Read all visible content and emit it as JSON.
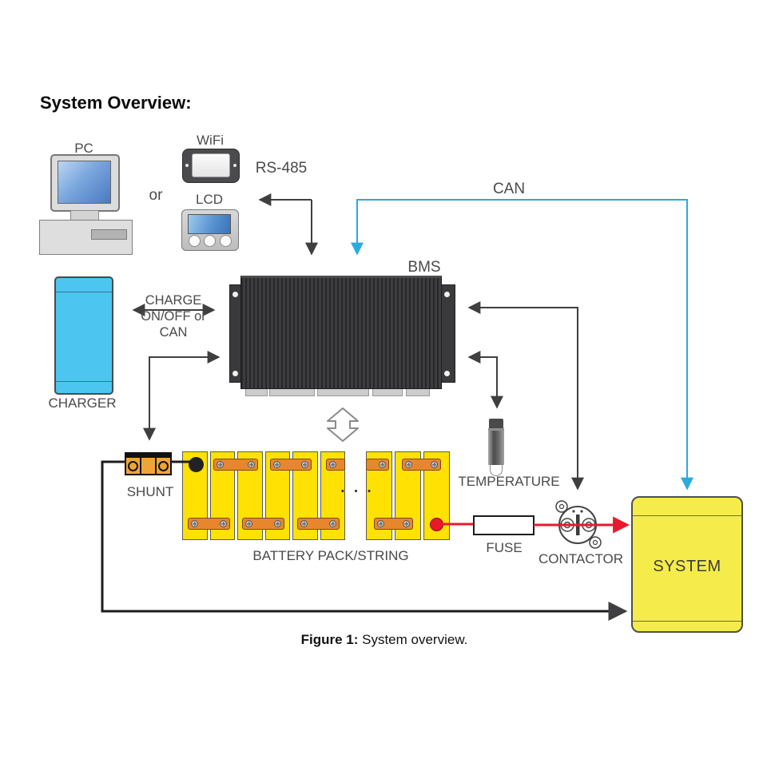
{
  "title": "System Overview:",
  "labels": {
    "pc": "PC",
    "or": "or",
    "wifi": "WiFi",
    "lcd": "LCD",
    "rs485": "RS-485",
    "can": "CAN",
    "bms": "BMS",
    "charger": "CHARGER",
    "charge_line1": "CHARGE",
    "charge_line2": "ON/OFF or",
    "charge_line3": "CAN",
    "shunt": "SHUNT",
    "battery_pack": "BATTERY PACK/STRING",
    "ellipsis": ". . .",
    "temperature": "TEMPERATURE",
    "fuse": "FUSE",
    "contactor": "CONTACTOR",
    "system": "SYSTEM"
  },
  "caption": {
    "prefix": "Figure 1:",
    "text": " System overview."
  },
  "battery": {
    "group1_cells": 6,
    "group2_cells": 3
  },
  "colors": {
    "accent_cyan": "#29abe2",
    "wire_dark": "#3f3f41",
    "wire_red": "#e8192c",
    "charger_fill": "#4cc5f1",
    "battery_yellow": "#ffe103",
    "busbar_orange": "#e8862d",
    "shunt_orange": "#f0a437",
    "system_yellow": "#f5ec4b",
    "bms_dark": "#323234",
    "label_gray": "#4a4a4a"
  }
}
